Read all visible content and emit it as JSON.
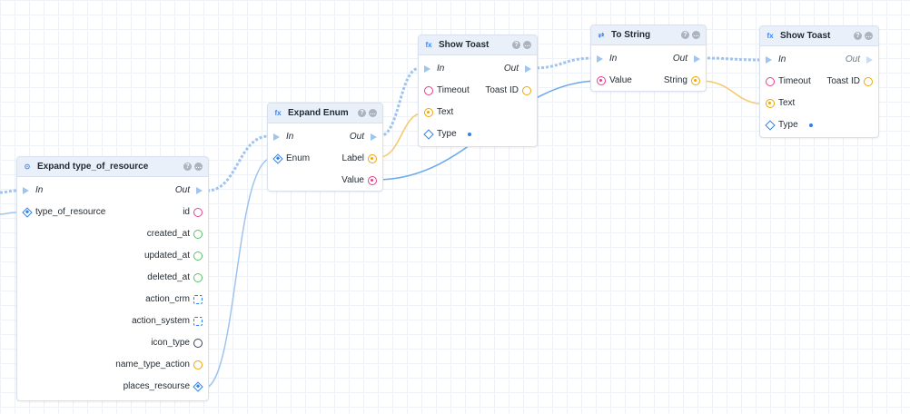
{
  "colors": {
    "exec": "#9ec4ef",
    "wire_blue": "#6aa9ec",
    "wire_orange": "#f5b942",
    "pin_pink": "#e83e8c",
    "pin_orange": "#f0a500",
    "pin_green": "#57c264",
    "pin_blue": "#2f80ed",
    "pin_dark": "#3a4350"
  },
  "nodes": {
    "expand_type_of_resource": {
      "title": "Expand type_of_resource",
      "icon": "expand-icon",
      "in_label": "In",
      "out_label": "Out",
      "input_label": "type_of_resource",
      "outputs": [
        "id",
        "created_at",
        "updated_at",
        "deleted_at",
        "action_crm",
        "action_system",
        "icon_type",
        "name_type_action",
        "places_resourse"
      ]
    },
    "expand_enum": {
      "title": "Expand Enum",
      "icon": "function-icon",
      "in_label": "In",
      "out_label": "Out",
      "input_label": "Enum",
      "outputs": [
        "Label",
        "Value"
      ]
    },
    "show_toast_1": {
      "title": "Show Toast",
      "icon": "function-icon",
      "in_label": "In",
      "out_label": "Out",
      "inputs": [
        "Timeout",
        "Text",
        "Type"
      ],
      "output_label": "Toast ID"
    },
    "to_string": {
      "title": "To String",
      "icon": "convert-icon",
      "in_label": "In",
      "out_label": "Out",
      "input_label": "Value",
      "output_label": "String"
    },
    "show_toast_2": {
      "title": "Show Toast",
      "icon": "function-icon",
      "in_label": "In",
      "out_label": "Out",
      "inputs": [
        "Timeout",
        "Text",
        "Type"
      ],
      "output_label": "Toast ID"
    }
  }
}
